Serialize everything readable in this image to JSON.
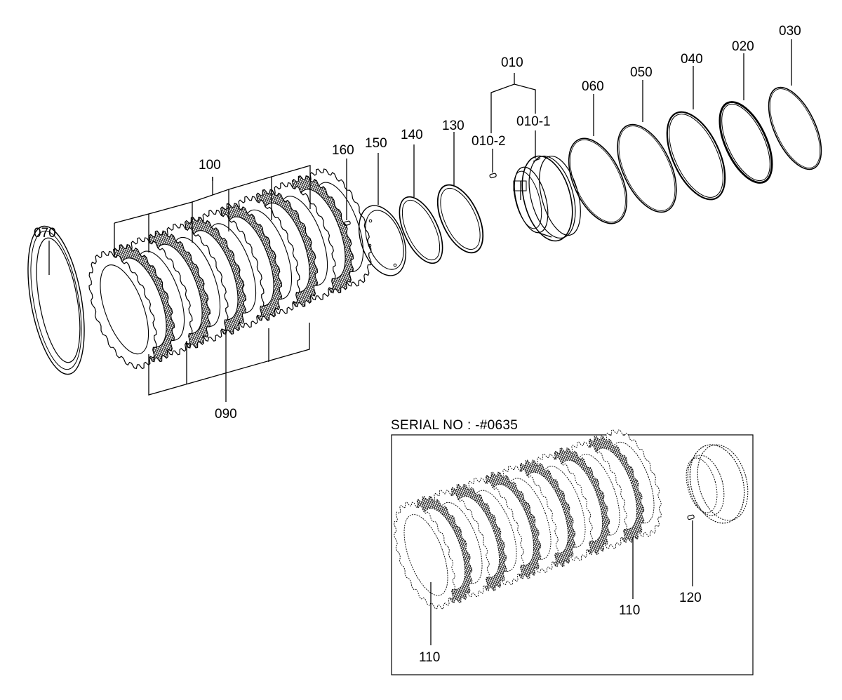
{
  "labels": {
    "p010": "010",
    "p010_1": "010-1",
    "p010_2": "010-2",
    "p020": "020",
    "p030": "030",
    "p040": "040",
    "p050": "050",
    "p060": "060",
    "p070": "070",
    "p090": "090",
    "p100": "100",
    "p110a": "110",
    "p110b": "110",
    "p120": "120",
    "p130": "130",
    "p140": "140",
    "p150": "150",
    "p160": "160"
  },
  "inset": {
    "serial_label": "SERIAL NO : -#0635"
  }
}
